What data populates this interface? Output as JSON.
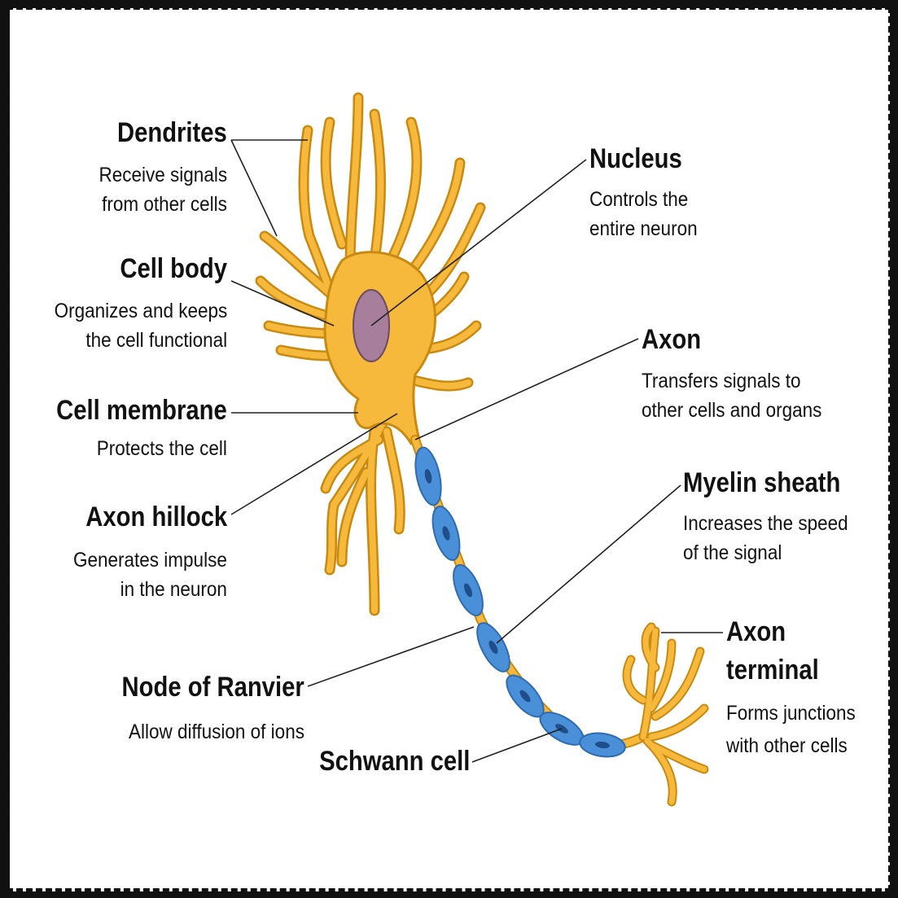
{
  "labels": {
    "dendrites": {
      "title": "Dendrites",
      "desc1": "Receive signals",
      "desc2": "from other cells"
    },
    "cell_body": {
      "title": "Cell body",
      "desc1": "Organizes and keeps",
      "desc2": "the cell functional"
    },
    "cell_membrane": {
      "title": "Cell membrane",
      "desc1": "Protects the cell"
    },
    "axon_hillock": {
      "title": "Axon hillock",
      "desc1": "Generates impulse",
      "desc2": "in the neuron"
    },
    "node_of_ranvier": {
      "title": "Node of Ranvier",
      "desc1": "Allow diffusion of ions"
    },
    "schwann_cell": {
      "title": "Schwann cell"
    },
    "nucleus": {
      "title": "Nucleus",
      "desc1": "Controls the",
      "desc2": "entire neuron"
    },
    "axon": {
      "title": "Axon",
      "desc1": "Transfers signals to",
      "desc2": "other cells and organs"
    },
    "myelin_sheath": {
      "title": "Myelin sheath",
      "desc1": "Increases the speed",
      "desc2": "of the signal"
    },
    "axon_terminal": {
      "title1": "Axon",
      "title2": "terminal",
      "desc1": "Forms junctions",
      "desc2": "with other cells"
    }
  },
  "colors": {
    "neuron_fill": "#F7B93C",
    "neuron_outline": "#C98A12",
    "nucleus_fill": "#A77E9B",
    "myelin_fill": "#4A90D9",
    "myelin_core": "#1F4E8A",
    "leader_line": "#222222"
  }
}
